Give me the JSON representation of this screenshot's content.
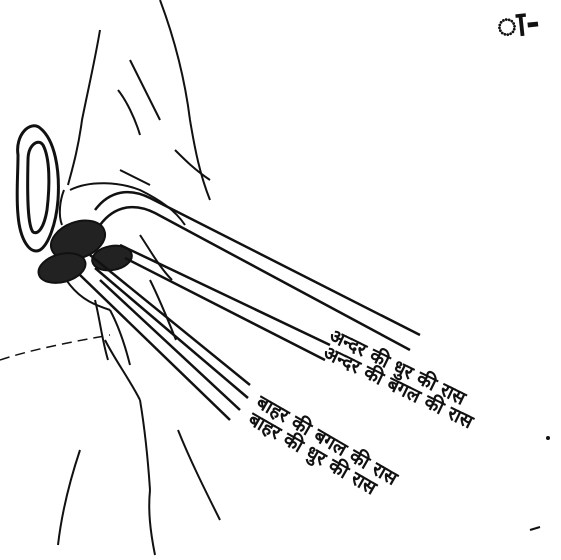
{
  "top_fragment": "ा-",
  "labels": {
    "inner_fore": "अन्दर की धुर की रास",
    "inner_side": "अन्दर की बगल की रास",
    "outer_side": "बाहर की बगल की रास",
    "outer_fore": "बाहर की धुर की रास"
  },
  "colors": {
    "ink": "#111111",
    "paper": "#ffffff"
  }
}
